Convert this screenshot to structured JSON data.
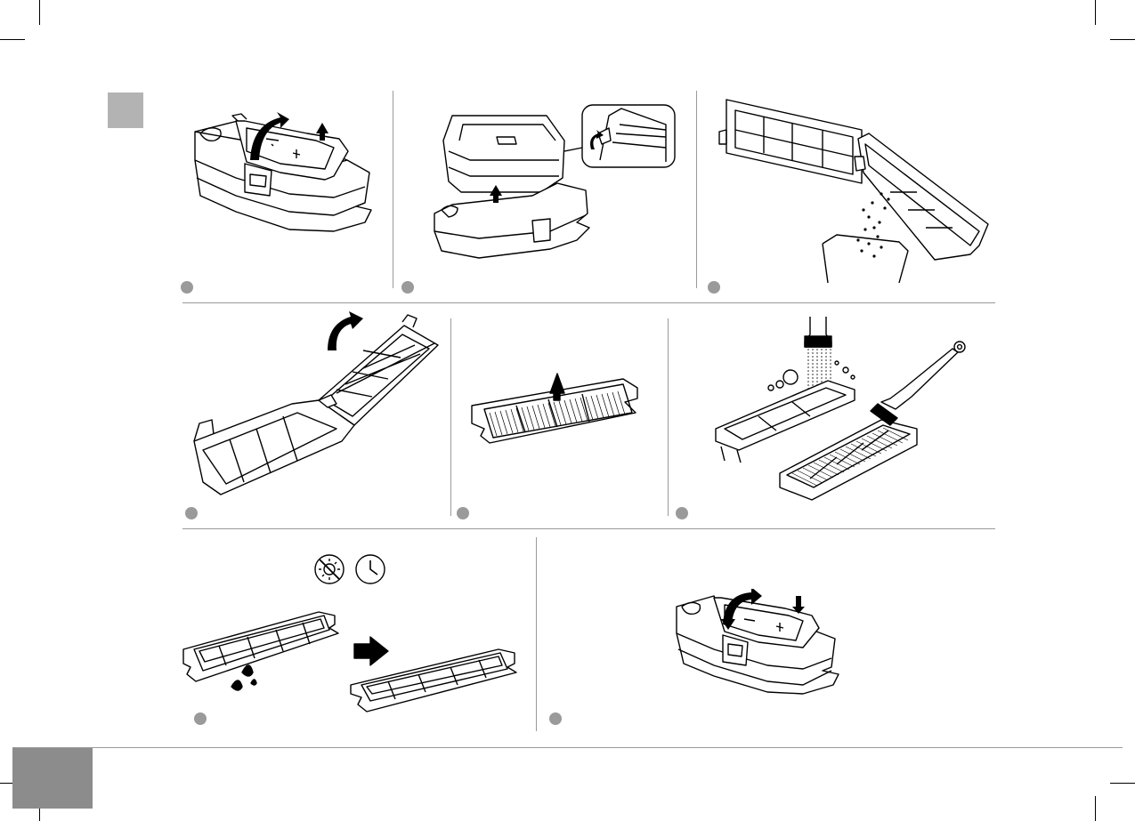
{
  "page": {
    "background": "#ffffff",
    "line_color": "#000000",
    "accent_gray": "#b3b3b3",
    "divider_gray": "#9a9a9a",
    "dark_block": "#8c8c8c"
  },
  "steps": [
    {
      "id": 1,
      "icon": "dustbin-lid-open-icon"
    },
    {
      "id": 2,
      "icon": "dustbin-lift-out-icon"
    },
    {
      "id": 3,
      "icon": "empty-dustbin-icon"
    },
    {
      "id": 4,
      "icon": "open-filter-cover-icon"
    },
    {
      "id": 5,
      "icon": "remove-filter-icon"
    },
    {
      "id": 6,
      "icon": "rinse-and-brush-icon"
    },
    {
      "id": 7,
      "icon": "air-dry-filter-icon"
    },
    {
      "id": 8,
      "icon": "reinstall-dustbin-icon"
    }
  ],
  "status_icons": [
    "no-sunlight-icon",
    "clock-icon"
  ]
}
